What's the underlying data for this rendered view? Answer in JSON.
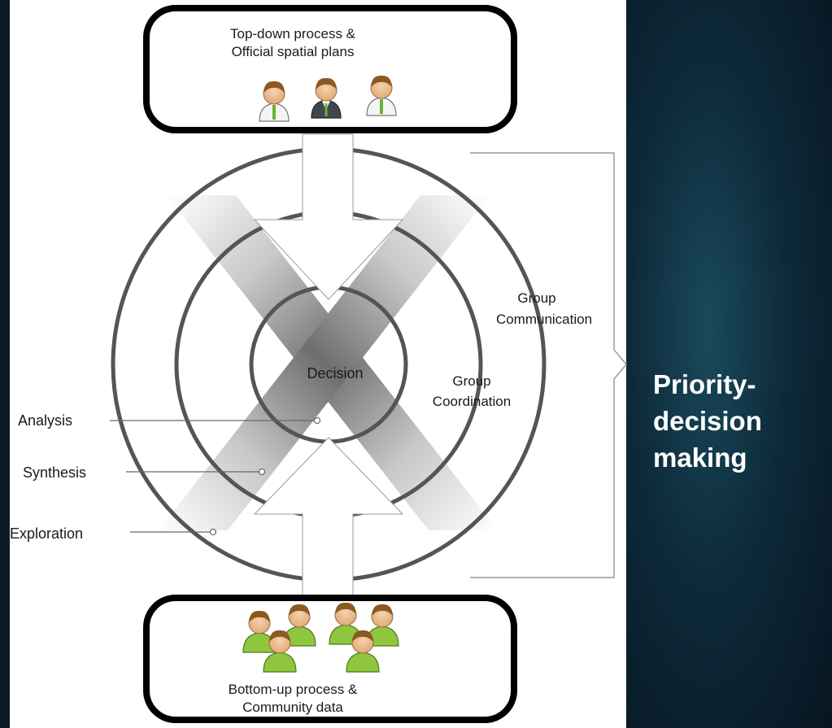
{
  "diagram": {
    "top_box": {
      "text": "Top-down process &\nOfficial spatial plans"
    },
    "bottom_box": {
      "text": "Bottom-up process &\nCommunity data"
    },
    "center": {
      "label": "Decision"
    },
    "rings": {
      "outer_line1": "Group",
      "outer_line2": "Communication",
      "middle_line1": "Group",
      "middle_line2": "Coordination"
    },
    "stages": {
      "analysis": "Analysis",
      "synthesis": "Synthesis",
      "exploration": "Exploration"
    },
    "side_label": "Priority-\ndecision\nmaking",
    "colors": {
      "ring": "#555555",
      "box_border": "#000000",
      "side_label": "#ffffff",
      "user_shirt_green": "#8fc63f",
      "user_suit_dark": "#404650"
    },
    "icons": [
      "official-user-icon",
      "community-user-icon"
    ]
  }
}
